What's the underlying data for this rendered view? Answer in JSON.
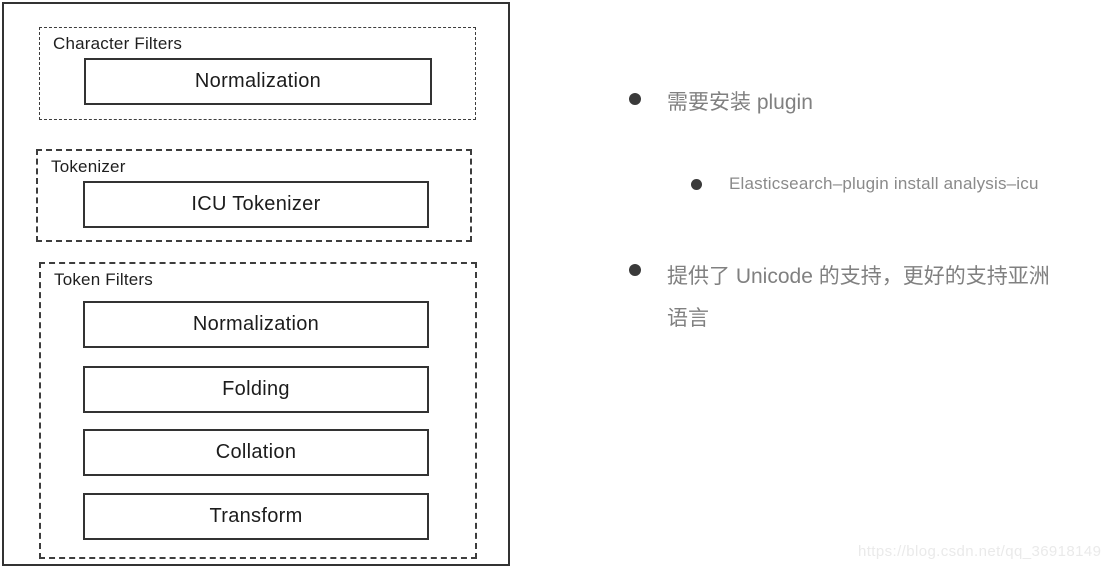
{
  "diagram": {
    "sections": [
      {
        "label": "Character Filters",
        "items": [
          "Normalization"
        ]
      },
      {
        "label": "Tokenizer",
        "items": [
          "ICU Tokenizer"
        ]
      },
      {
        "label": "Token Filters",
        "items": [
          "Normalization",
          "Folding",
          "Collation",
          "Transform"
        ]
      }
    ]
  },
  "notes": {
    "bullets": [
      {
        "level": 1,
        "text": "需要安装 plugin"
      },
      {
        "level": 2,
        "text": "Elasticsearch–plugin install analysis–icu"
      },
      {
        "level": 1,
        "text": "提供了 Unicode 的支持，更好的支持亚洲\n语言"
      }
    ]
  },
  "watermark": {
    "text": "https://blog.csdn.net/qq_36918149"
  },
  "colors": {
    "diagram_border": "#333333",
    "dashed_border": "#3d3d3d",
    "diagram_text": "#1c1c1c",
    "note_text": "#808080",
    "bullet_dot": "#3a3a3a",
    "watermark": "#eaeaea",
    "background": "#ffffff"
  }
}
